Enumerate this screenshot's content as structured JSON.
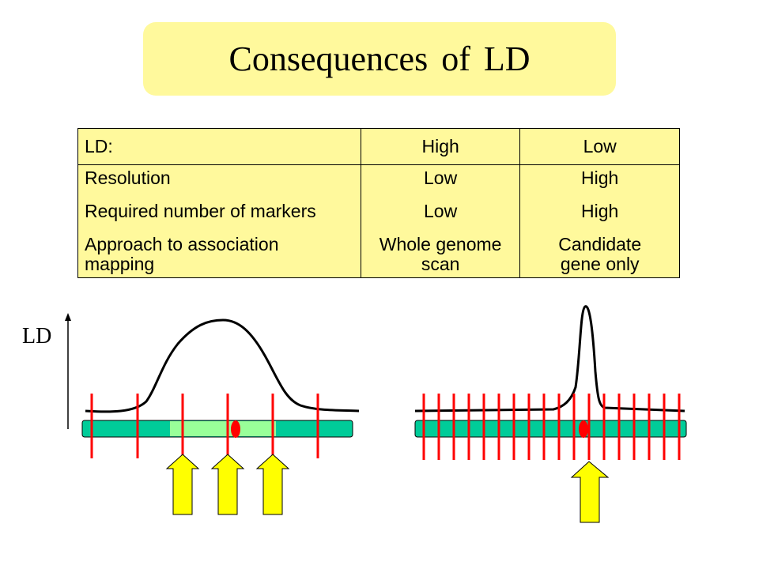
{
  "title": "Consequences of LD",
  "table": {
    "header": [
      "LD:",
      "High",
      "Low"
    ],
    "rows": [
      {
        "label": [
          "Resolution"
        ],
        "high": [
          "Low"
        ],
        "low": [
          "High"
        ]
      },
      {
        "label": [
          "Required number of markers"
        ],
        "high": [
          "Low"
        ],
        "low": [
          "High"
        ]
      },
      {
        "label": [
          "Approach to association",
          "mapping"
        ],
        "high": [
          "Whole genome",
          "scan"
        ],
        "low": [
          "Candidate",
          "gene only"
        ]
      }
    ]
  },
  "diagram": {
    "axis_label": "LD",
    "colors": {
      "chromosome": "#00cc99",
      "highlight": "#99ff99",
      "marker": "#ff0000",
      "causal_variant": "#ff0000",
      "arrow_fill": "#ffff00",
      "curve": "#000000"
    }
  }
}
